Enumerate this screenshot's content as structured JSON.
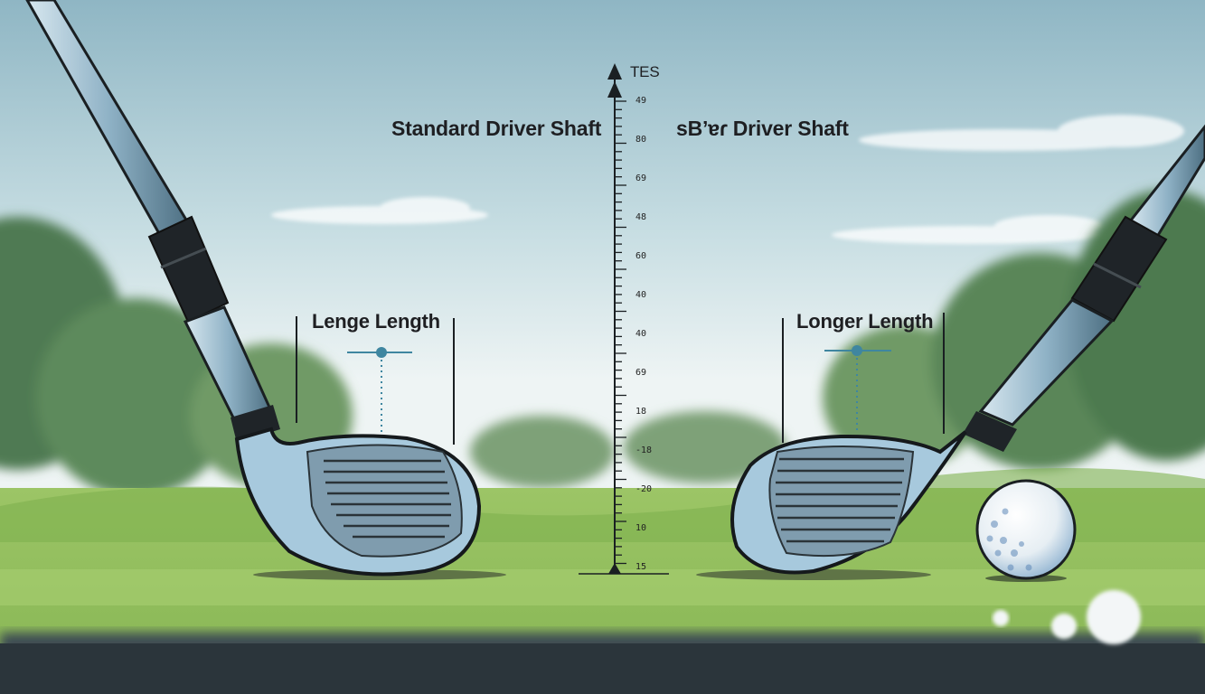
{
  "titles": {
    "left": "Standard Driver Shaft",
    "right": "sBʼɐɾ Driver Shaft"
  },
  "ruler": {
    "top_label": "TES",
    "tick_labels": [
      "49",
      "80",
      "69",
      "48",
      "60",
      "40",
      "40",
      "69",
      "18",
      "-18",
      "-20",
      "10",
      "15"
    ]
  },
  "length_labels": {
    "left": "Lenge Length",
    "right": "Longer Length"
  },
  "colors": {
    "sky_top": "#8fb6c4",
    "sky_bottom": "#eef4f4",
    "grass": "#8dbb55",
    "club_head": "#a7c9dd",
    "grip": "#1f2428",
    "marker": "#3f86a0"
  }
}
